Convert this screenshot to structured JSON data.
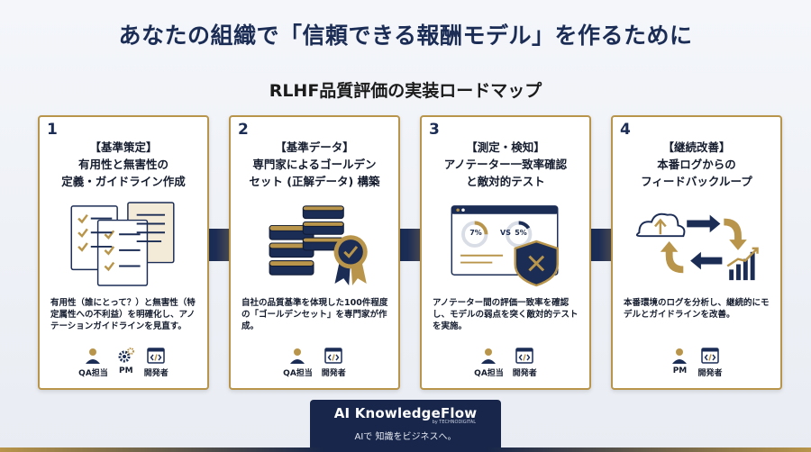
{
  "header": {
    "title": "あなたの組織で「信頼できる報酬モデル」を作るために",
    "subtitle": "RLHF品質評価の実装ロードマップ"
  },
  "colors": {
    "navy": "#1b2c55",
    "gold": "#b8954a"
  },
  "steps": [
    {
      "number": "1",
      "title_lines": [
        "【基準策定】",
        "有用性と無害性の",
        "定義・ガイドライン作成"
      ],
      "description": "有用性（誰にとって？）と無害性（特定属性への不利益）を明確化し、アノテーションガイドラインを見直す。",
      "roles": [
        "QA担当",
        "PM",
        "開発者"
      ],
      "icons": [
        "document-stack-icon",
        "person-icon",
        "gears-icon",
        "code-window-icon"
      ]
    },
    {
      "number": "2",
      "title_lines": [
        "【基準データ】",
        "専門家によるゴールデン",
        "セット (正解データ) 構築"
      ],
      "description": "自社の品質基準を体現した100件程度の「ゴールデンセット」を専門家が作成。",
      "roles": [
        "QA担当",
        "開発者"
      ],
      "icons": [
        "database-icon",
        "award-badge-icon",
        "person-icon",
        "code-window-icon"
      ]
    },
    {
      "number": "3",
      "title_lines": [
        "【測定・検知】",
        "アノテーター一致率確認",
        "と敵対的テスト"
      ],
      "description": "アノテーター間の評価一致率を確認し、モデルの弱点を突く敵対的テストを実施。",
      "roles": [
        "QA担当",
        "開発者"
      ],
      "comparison": {
        "left": "7%",
        "vs": "VS",
        "right": "5%"
      },
      "icons": [
        "comparison-dashboard-icon",
        "shield-x-icon",
        "person-icon",
        "code-window-icon"
      ]
    },
    {
      "number": "4",
      "title_lines": [
        "【継続改善】",
        "本番ログからの",
        "フィードバックループ"
      ],
      "description": "本番環境のログを分析し、継続的にモデルとガイドラインを改善。",
      "roles": [
        "PM",
        "開発者"
      ],
      "icons": [
        "cloud-upload-icon",
        "cycle-arrows-icon",
        "growth-chart-icon",
        "gears-icon",
        "code-window-icon"
      ]
    }
  ],
  "footer": {
    "brand": "AI KnowledgeFlow",
    "by": "by TECHNODIGITAL",
    "tagline": "AIで 知識をビジネスへ。"
  }
}
